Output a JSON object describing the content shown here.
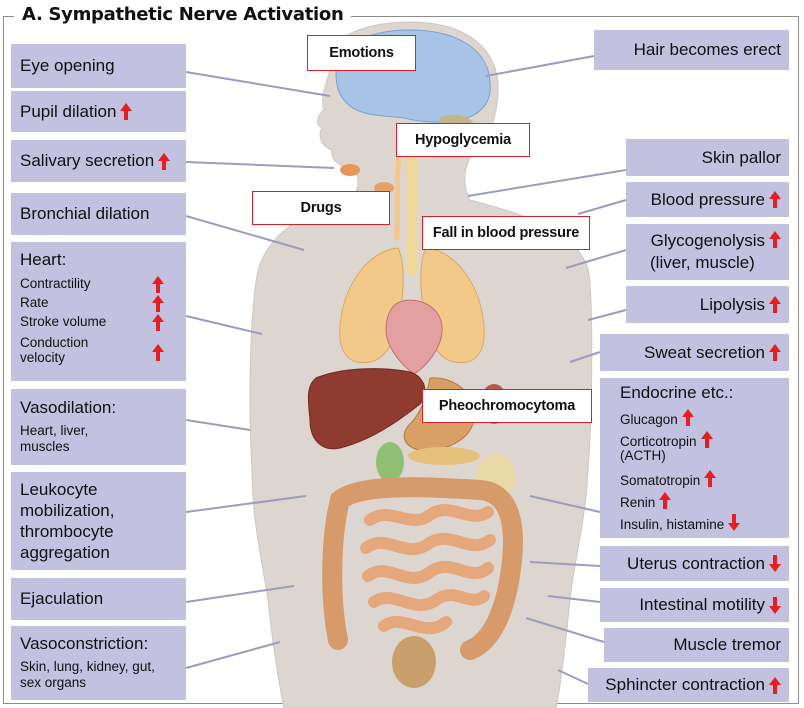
{
  "title": "A.  Sympathetic Nerve Activation",
  "colors": {
    "box_fill": "#c3c1e0",
    "arrow": "#e41f22",
    "trigger_border": "#d61f26",
    "skin": "#ddd6d0",
    "brain": "#a7c3e6"
  },
  "arrow_icons": {
    "up": "red-up-arrow-icon",
    "down": "red-down-arrow-icon"
  },
  "triggers": {
    "emotions": "Emotions",
    "hypoglycemia": "Hypoglycemia",
    "drugs": "Drugs",
    "fall_bp": "Fall in blood pressure",
    "pheo": "Pheochromocytoma"
  },
  "left": {
    "eye_opening": {
      "label": "Eye opening"
    },
    "pupil_dilation": {
      "label": "Pupil dilation",
      "arrow": "up"
    },
    "salivary": {
      "label": "Salivary secretion",
      "arrow": "up"
    },
    "bronchial": {
      "label": "Bronchial dilation"
    },
    "heart": {
      "label": "Heart:",
      "items": [
        {
          "label": "Contractility",
          "arrow": "up"
        },
        {
          "label": "Rate",
          "arrow": "up"
        },
        {
          "label": "Stroke volume",
          "arrow": "up"
        },
        {
          "label": "Conduction velocity",
          "line1": "Conduction",
          "line2": "velocity",
          "arrow": "up"
        }
      ]
    },
    "vasodilation": {
      "label": "Vasodilation:",
      "detail1": "Heart, liver,",
      "detail2": "muscles"
    },
    "leukocyte": {
      "line1": "Leukocyte",
      "line2": "mobilization,",
      "line3": "thrombocyte",
      "line4": "aggregation"
    },
    "ejaculation": {
      "label": "Ejaculation"
    },
    "vasoconstriction": {
      "label": "Vasoconstriction:",
      "detail1": "Skin, lung, kidney, gut,",
      "detail2": "sex organs"
    }
  },
  "right": {
    "hair": {
      "label": "Hair becomes erect"
    },
    "skin_pallor": {
      "label": "Skin pallor"
    },
    "blood_pressure": {
      "label": "Blood pressure",
      "arrow": "up"
    },
    "glycogenolysis": {
      "line1": "Glycogenolysis",
      "line2": "(liver, muscle)",
      "arrow": "up"
    },
    "lipolysis": {
      "label": "Lipolysis",
      "arrow": "up"
    },
    "sweat": {
      "label": "Sweat secretion",
      "arrow": "up"
    },
    "endocrine": {
      "label": "Endocrine etc.:",
      "items": [
        {
          "label": "Glucagon",
          "arrow": "up"
        },
        {
          "label": "Corticotropin",
          "sub": "(ACTH)",
          "arrow": "up"
        },
        {
          "label": "Somatotropin",
          "arrow": "up"
        },
        {
          "label": "Renin",
          "arrow": "up"
        },
        {
          "label": "Insulin, histamine",
          "arrow": "down"
        }
      ]
    },
    "uterus": {
      "label": "Uterus contraction",
      "arrow": "down"
    },
    "intestinal": {
      "label": "Intestinal motility",
      "arrow": "down"
    },
    "tremor": {
      "label": "Muscle tremor"
    },
    "sphincter": {
      "label": "Sphincter contraction",
      "arrow": "up"
    }
  }
}
